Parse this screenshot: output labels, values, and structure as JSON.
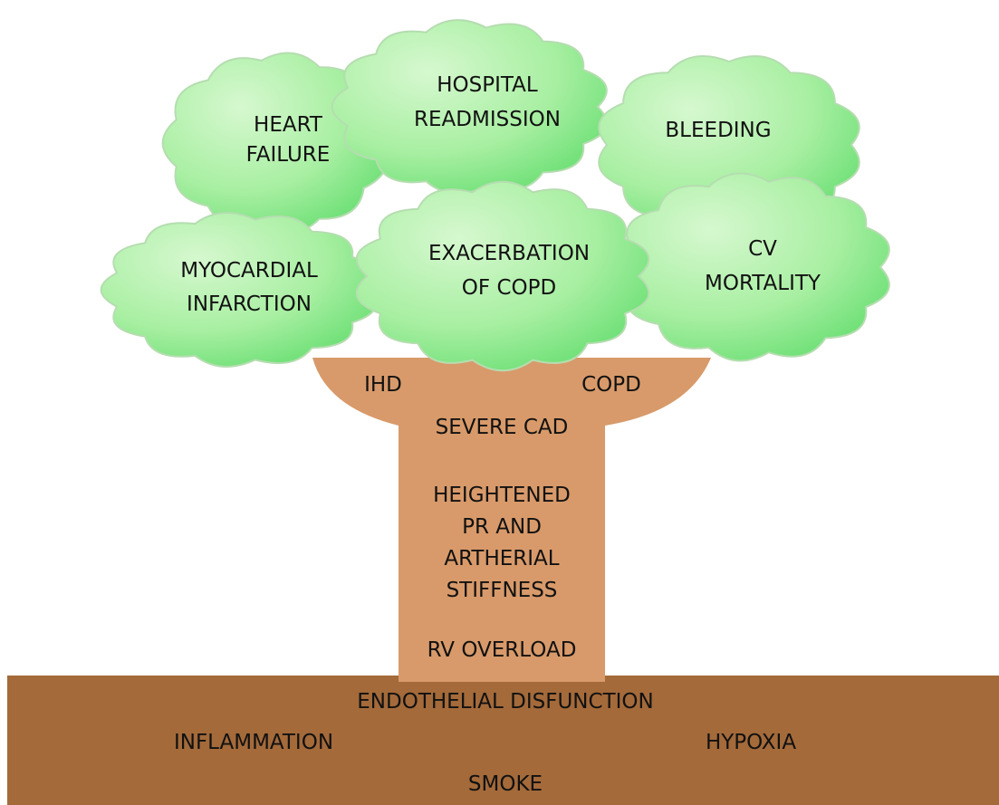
{
  "colors": {
    "ground": "#A46A3A",
    "trunk": "#D89A6A",
    "foliage_light": "#CDF6C6",
    "foliage_dark": "#5EDC6A",
    "foliage_stroke": "#B5DDB0",
    "text": "#111111"
  },
  "clouds": {
    "heart_failure": [
      "HEART",
      "FAILURE"
    ],
    "hospital_readmission": [
      "HOSPITAL",
      "READMISSION"
    ],
    "bleeding": [
      "BLEEDING"
    ],
    "myocardial_infarction": [
      "MYOCARDIAL",
      "INFARCTION"
    ],
    "exacerbation_copd": [
      "EXACERBATION",
      "OF COPD"
    ],
    "cv_mortality": [
      "CV",
      "MORTALITY"
    ]
  },
  "branches": {
    "left": "IHD",
    "right": "COPD"
  },
  "trunk": {
    "severe_cad": "SEVERE CAD",
    "heightened": [
      "HEIGHTENED",
      "PR AND",
      "ARTHERIAL",
      "STIFFNESS"
    ],
    "rv_overload": "RV OVERLOAD"
  },
  "roots": {
    "endothelial": "ENDOTHELIAL DISFUNCTION",
    "inflammation": "INFLAMMATION",
    "hypoxia": "HYPOXIA",
    "smoke": "SMOKE"
  }
}
